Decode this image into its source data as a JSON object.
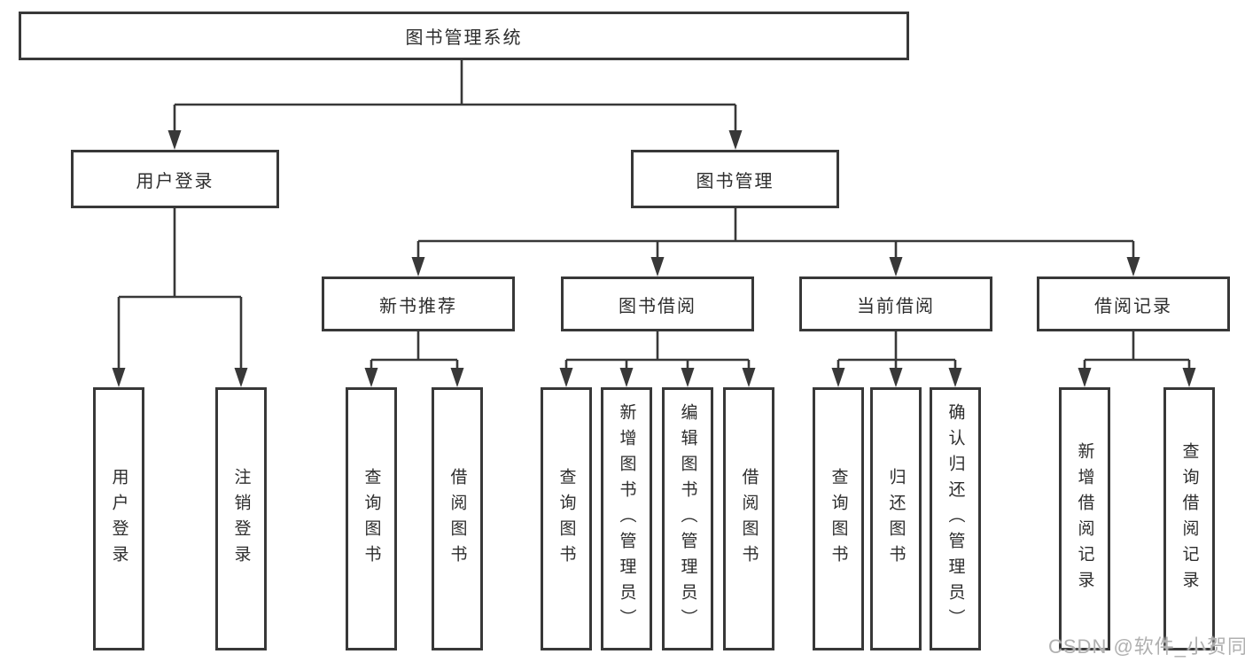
{
  "tree": {
    "label": "图书管理系统",
    "children": [
      {
        "label": "用户登录",
        "children": [
          {
            "label": "用户登录"
          },
          {
            "label": "注销登录"
          }
        ]
      },
      {
        "label": "图书管理",
        "children": [
          {
            "label": "新书推荐",
            "children": [
              {
                "label": "查询图书"
              },
              {
                "label": "借阅图书"
              }
            ]
          },
          {
            "label": "图书借阅",
            "children": [
              {
                "label": "查询图书"
              },
              {
                "label": "新增图书（管理员）"
              },
              {
                "label": "编辑图书（管理员）"
              },
              {
                "label": "借阅图书"
              }
            ]
          },
          {
            "label": "当前借阅",
            "children": [
              {
                "label": "查询图书"
              },
              {
                "label": "归还图书"
              },
              {
                "label": "确认归还（管理员）"
              }
            ]
          },
          {
            "label": "借阅记录",
            "children": [
              {
                "label": "新增借阅记录"
              },
              {
                "label": "查询借阅记录"
              }
            ]
          }
        ]
      }
    ]
  },
  "watermark": {
    "text": "CSDN @软件_小贺同学"
  },
  "colors": {
    "line": "#383838",
    "box_border": "#383838",
    "text": "#2d2d2d",
    "watermark": "#b0b0b0",
    "background": "#ffffff"
  }
}
